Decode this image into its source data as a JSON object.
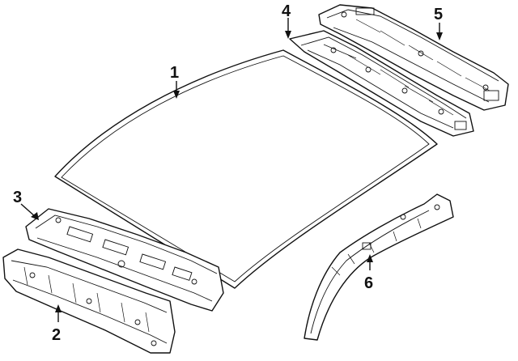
{
  "callouts": [
    {
      "id": "1",
      "label": "1",
      "part": "roof-panel"
    },
    {
      "id": "2",
      "label": "2",
      "part": "front-header-reinforcement"
    },
    {
      "id": "3",
      "label": "3",
      "part": "front-header-panel"
    },
    {
      "id": "4",
      "label": "4",
      "part": "rear-header-panel"
    },
    {
      "id": "5",
      "label": "5",
      "part": "rear-header-reinforcement"
    },
    {
      "id": "6",
      "label": "6",
      "part": "roof-rail-reinforcement"
    }
  ]
}
